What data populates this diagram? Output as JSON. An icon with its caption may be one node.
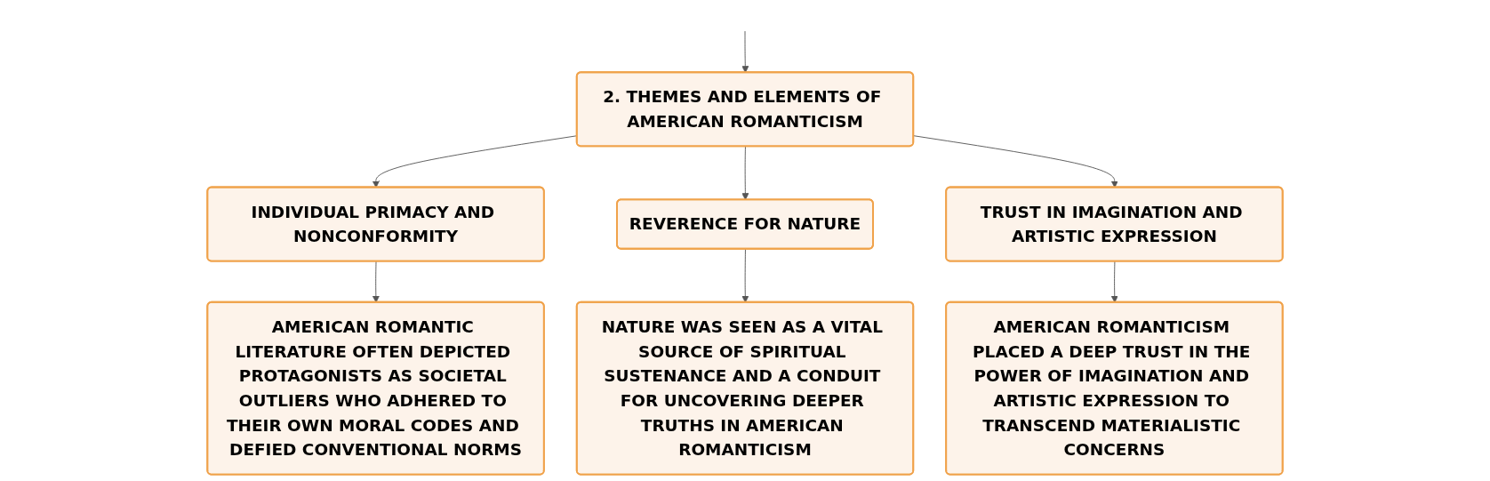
{
  "diagram": {
    "nodes": [
      {
        "text": [
          "2. THEMES AND ELEMENTS OF AMERICAN ROMANTICISM"
        ]
      },
      {
        "text": [
          "INDIVIDUAL PRIMACY AND NONCONFORMITY"
        ]
      },
      {
        "text": [
          "REVERENCE FOR NATURE"
        ]
      },
      {
        "text": [
          "TRUST IN IMAGINATION AND ARTISTIC EXPRESSION"
        ]
      },
      {
        "text": [
          "AMERICAN ROMANTIC LITERATURE OFTEN DEPICTED PROTAGONISTS AS SOCIETAL OUTLIERS WHO ADHERED TO THEIR OWN MORAL CODES AND DEFIED CONVENTIONAL NORMS"
        ]
      },
      {
        "text": [
          "NATURE WAS SEEN AS A VITAL SOURCE OF SPIRITUAL SUSTENANCE AND A CONDUIT FOR UNCOVERING DEEPER TRUTHS IN AMERICAN ROMANTICISM"
        ]
      },
      {
        "text": [
          "AMERICAN ROMANTICISM PLACED A DEEP TRUST IN THE POWER OF IMAGINATION AND ARTISTIC EXPRESSION TO TRANSCEND MATERIALISTIC CONCERNS"
        ]
      }
    ],
    "edges": [
      {
        "from": null,
        "to": 0,
        "arrow": "to"
      },
      {
        "from": 0,
        "to": 1,
        "arrow": "to"
      },
      {
        "from": 0,
        "to": 2,
        "arrow": "to"
      },
      {
        "from": 0,
        "to": 3,
        "arrow": "to"
      },
      {
        "from": 1,
        "to": 4,
        "arrow": "to"
      },
      {
        "from": 2,
        "to": 5,
        "arrow": "to"
      },
      {
        "from": 3,
        "to": 6,
        "arrow": "to"
      }
    ]
  }
}
